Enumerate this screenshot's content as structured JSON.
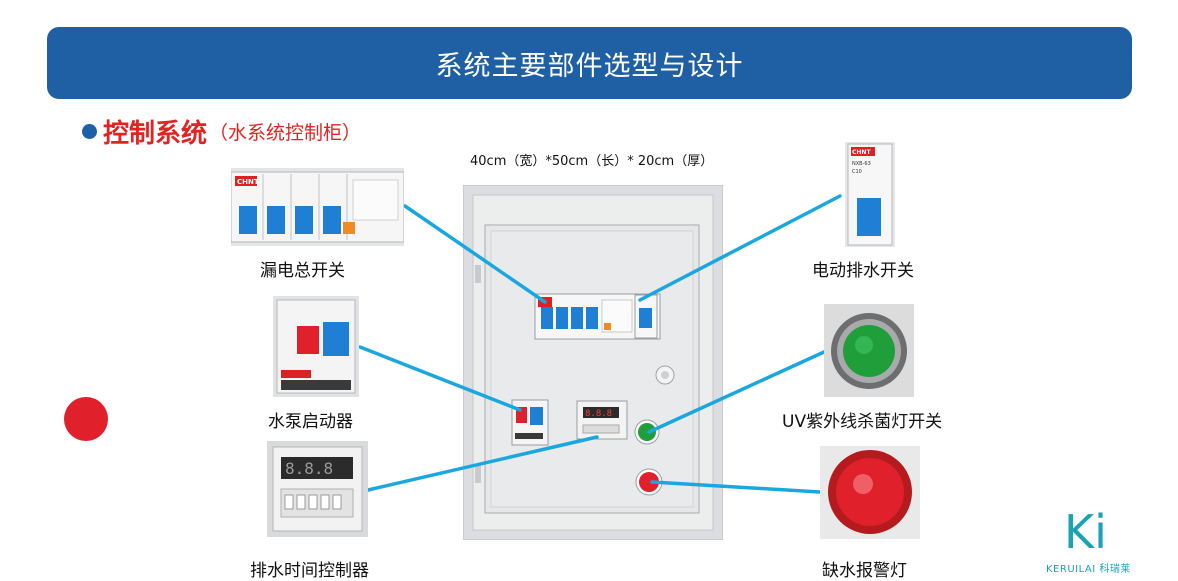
{
  "title": "系统主要部件选型与设计",
  "section": {
    "main": "控制系统",
    "sub": "（水系统控制柜）"
  },
  "dimensions": "40cm（宽）*50cm（长）* 20cm（厚）",
  "components": {
    "leakage_switch": "漏电总开关",
    "pump_starter": "水泵启动器",
    "drain_timer": "排水时间控制器",
    "electric_drain_switch": "电动排水开关",
    "uv_switch": "UV紫外线杀菌灯开关",
    "low_water_lamp": "缺水报警灯"
  },
  "breaker_brand": "CHNT",
  "breaker_model": "NXB-63",
  "breaker_rating": "C10",
  "timer_display": "8.8.8",
  "logo": {
    "mark": "Ki",
    "text": "KERUILAI 科瑞莱"
  },
  "colors": {
    "title_bar": "#1f5fa3",
    "heading_red": "#e32222",
    "leader_line": "#1aa7e0",
    "cabinet": "#e6e7e9",
    "breaker_blue": "#1e7fd4",
    "indicator_green": "#1f9e3a",
    "indicator_red": "#e0202b",
    "logo_teal": "#1aa3b5"
  }
}
